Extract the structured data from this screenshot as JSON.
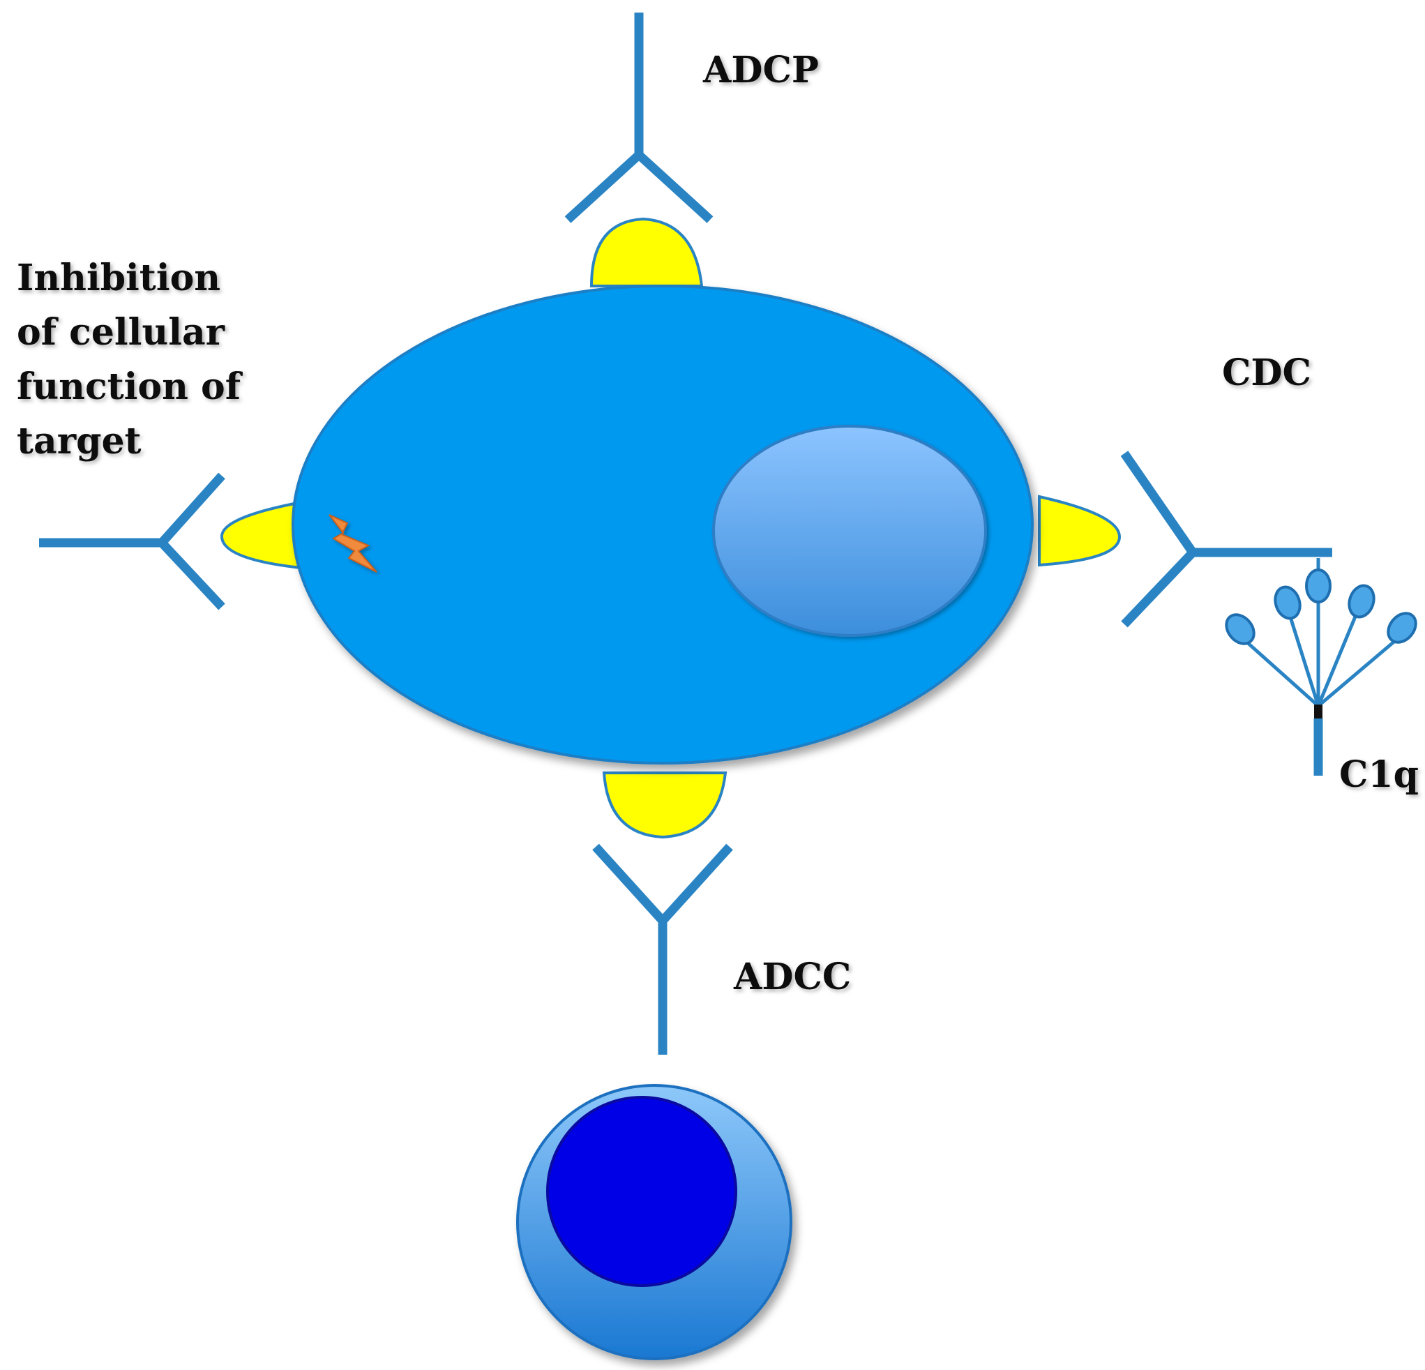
{
  "labels": {
    "adcp": "ADCP",
    "inhibition_lines": [
      "Inhibition",
      "of cellular",
      "function of",
      "target"
    ],
    "cdc": "CDC",
    "c1q": "C1q",
    "adcc": "ADCC"
  },
  "colors": {
    "antibody": "#2a84c4",
    "target_cell": "#0099f0",
    "nucleus_light": "#8cc4ff",
    "nucleus_dark": "#3c8edc",
    "antigen": "#ffff00",
    "effector_outer_light": "#8ec8fa",
    "effector_outer_dark": "#1a78d2",
    "effector_nucleus": "#0000e6",
    "lightning": "#f08a3c",
    "c1q_head": "#4aa6e6"
  },
  "icons": {
    "lightning": "lightning-bolt-icon",
    "c1q": "c1q-complement-icon"
  }
}
